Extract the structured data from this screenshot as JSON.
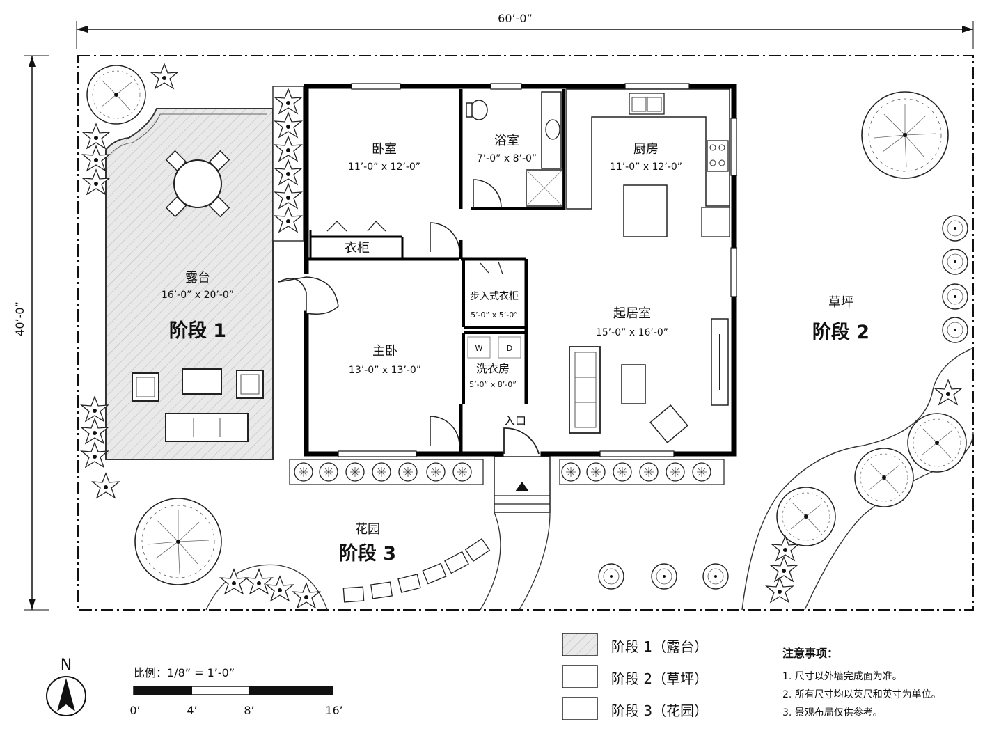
{
  "dimensions": {
    "width_label": "60’-0”",
    "depth_label": "40’-0”"
  },
  "rooms": {
    "bedroom": {
      "name": "卧室",
      "size": "11’-0” x 12’-0”"
    },
    "bath": {
      "name": "浴室",
      "size": "7’-0” x 8’-0”"
    },
    "kitchen": {
      "name": "厨房",
      "size": "11’-0” x 12’-0”"
    },
    "closet": {
      "name": "衣柜"
    },
    "walkin": {
      "name": "步入式衣柜",
      "size": "5’-0” x 5’-0”"
    },
    "master": {
      "name": "主卧",
      "size": "13’-0” x 13’-0”"
    },
    "laundry": {
      "name": "洗衣房",
      "size": "5’-0” x 8’-0”",
      "w": "W",
      "d": "D"
    },
    "living": {
      "name": "起居室",
      "size": "15’-0” x 16’-0”"
    },
    "entry": {
      "name": "入口"
    }
  },
  "zones": {
    "patio": {
      "name": "露台",
      "size": "16’-0” x 20’-0”",
      "phase": "阶段 1"
    },
    "lawn": {
      "name": "草坪",
      "phase": "阶段 2"
    },
    "garden": {
      "name": "花园",
      "phase": "阶段 3"
    }
  },
  "north": "N",
  "scale": {
    "label": "比例：1/8” = 1’-0”",
    "ticks": [
      "0’",
      "4’",
      "8’",
      "16’"
    ]
  },
  "legend": [
    {
      "label": "阶段 1（露台）",
      "pattern": "hatched"
    },
    {
      "label": "阶段 2（草坪）",
      "pattern": "plain"
    },
    {
      "label": "阶段 3（花园）",
      "pattern": "plain"
    }
  ],
  "notes": {
    "title": "注意事项：",
    "items": [
      "1. 尺寸以外墙完成面为准。",
      "2. 所有尺寸均以英尺和英寸为单位。",
      "3. 景观布局仅供参考。"
    ]
  },
  "colors": {
    "line": "#111111",
    "patio_fill": "#e6e6e6",
    "background": "#ffffff"
  }
}
